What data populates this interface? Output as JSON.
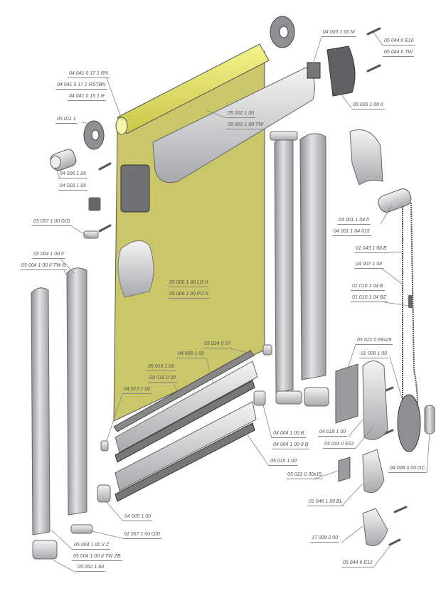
{
  "diagram": {
    "title": "Roller blind exploded parts diagram",
    "colors": {
      "fabric": "#c9c76a",
      "tube": "#e9e86a",
      "metal": "#b8babd",
      "dark": "#6c6e70"
    },
    "labels": {
      "tube_rn": "04 041 0 17 1 RN",
      "tube_rstbn": "04 041 0 17 1 RSTBN",
      "tube_r": "04 041 0 15 1 R",
      "washer": "05 011 1",
      "plug_1": "04 006 1 06",
      "plug_2": "04 018 1 06",
      "guide_cap": "05 057 1 00 G/D",
      "profile_left_1": "05 004 1 00 II",
      "profile_left_2": "05 004 1 00 II TW B",
      "cassette_1": "05 002 1 00",
      "cassette_2": "05 002 1 00 TW",
      "idler": "04 003 1 00 M",
      "screw_e16": "05 044 II E16",
      "screw_tw": "05 044 II TW",
      "bracket_right": "05 005 1 00 II",
      "clutch_1": "04 001 1 04 II",
      "clutch_2": "04 001 1 04 II15",
      "chain_stop": "01 043 1 00 B",
      "chain": "04 007 1 04",
      "connector_1": "01 010 1 04 B",
      "connector_2": "01 010 1 04 BZ",
      "end_cap_lo": "05 006 1 00 LO II",
      "end_cap_po": "05 006 1 00 PO II",
      "tape": "05 024 0 07",
      "bottom_bar": "04 009 1 00",
      "bar_insert_1": "05 016 1 00",
      "bar_insert_2": "09 016 0 00",
      "bar_cap": "04 013 1 00",
      "adhesive_large": "05 022 0 69x29",
      "chain_tensioner": "01 008 1 00",
      "end_profile_b": "04 004 1 00 B",
      "end_profile_iib": "04 004 1 00 II B",
      "seal_profile": "05 015 1 00",
      "base_plate": "04 018 1 00",
      "screw_e12_a": "05 044 II E12",
      "chain_weight": "04 008 0 00 OC",
      "adhesive_small": "05 022 0 30x15",
      "safety_clip": "01 046 1 00 BL",
      "end_plug": "04 005 1 00",
      "guide_cap_bottom": "01 057 1 00 G/D",
      "profile_z": "05 004 1 00 II Z",
      "profile_tw_zb": "05 004 1 00 II TW ZB",
      "bottom_cover": "05 052 1 00",
      "holder": "17 009 0 00",
      "screw_e12_b": "05 044 II E12"
    }
  }
}
